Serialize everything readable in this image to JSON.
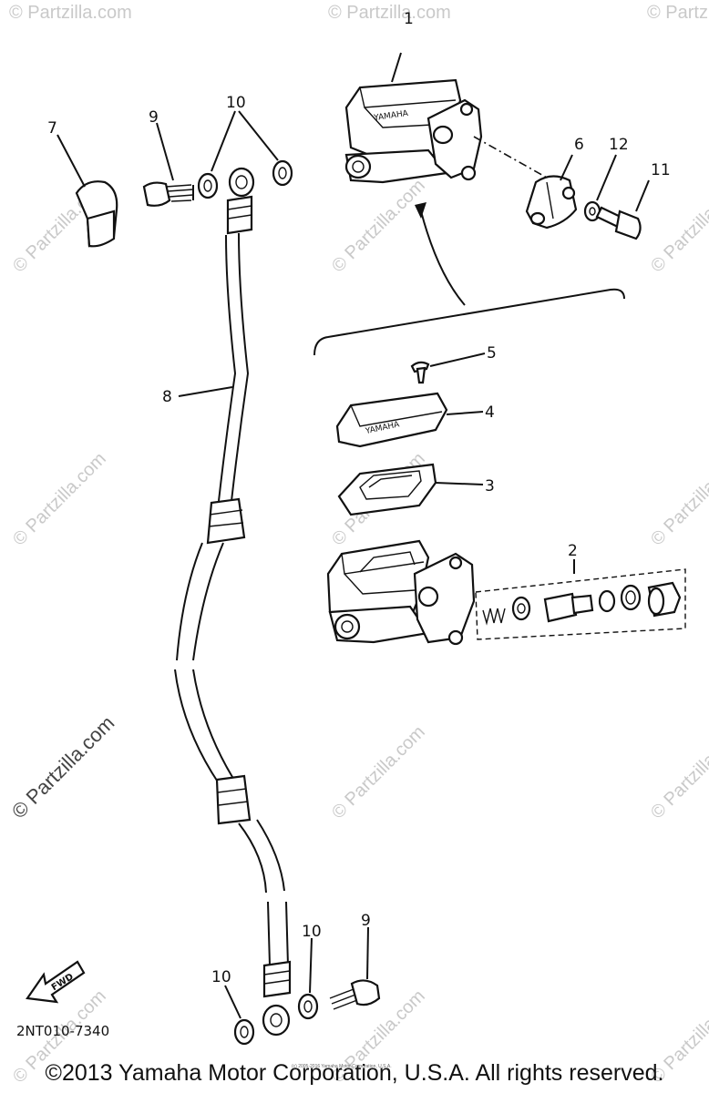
{
  "diagram": {
    "callouts": [
      "1",
      "2",
      "3",
      "4",
      "5",
      "6",
      "7",
      "8",
      "9",
      "10",
      "11",
      "12",
      "10",
      "9",
      "10"
    ],
    "part_code": "2NT010-7340",
    "fwd_label": "FWD",
    "cover_text": "YAMAHA"
  },
  "watermark": {
    "text": "© Partzilla.com",
    "small_notice": "(c) 2005-2016 Yamaha Motor Corporation, U.S.A."
  },
  "footer": {
    "copyright": "©2013 Yamaha Motor Corporation, U.S.A. All rights reserved."
  }
}
